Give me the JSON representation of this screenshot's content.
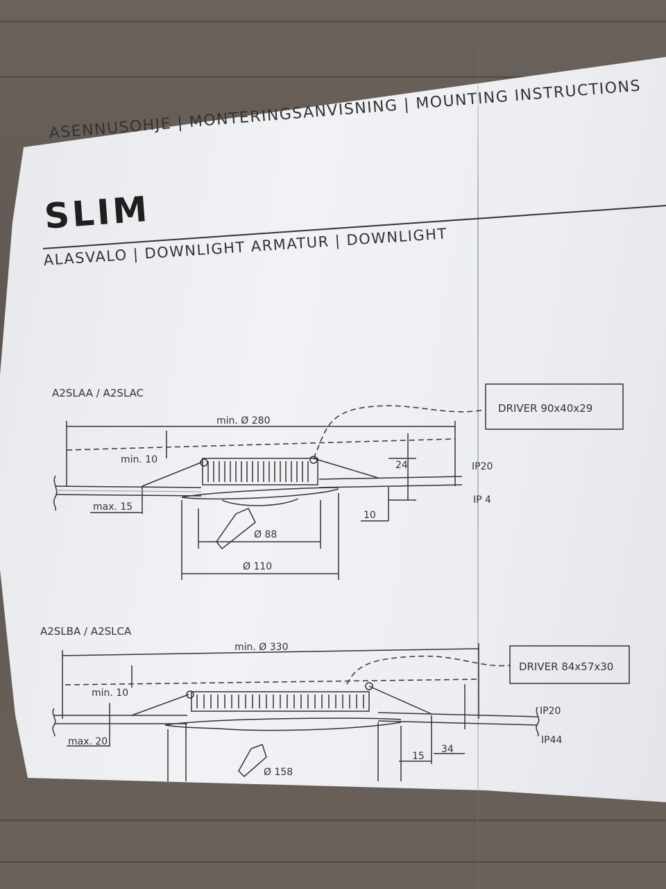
{
  "header": {
    "languages": "ASENNUSOHJE | MONTERINGSANVISNING | MOUNTING INSTRUCTIONS",
    "title": "SLIM",
    "subtitle": "ALASVALO | DOWNLIGHT ARMATUR | DOWNLIGHT"
  },
  "section1": {
    "models": "A2SLAA / A2SLAC",
    "driver": "DRIVER 90x40x29",
    "min_diameter": "min. Ø 280",
    "min_clearance": "min. 10",
    "max_ceiling": "max. 15",
    "height": "24",
    "offset": "10",
    "cutout": "Ø 88",
    "outer": "Ø 110",
    "ip_top": "IP20",
    "ip_bottom": "IP 4"
  },
  "section2": {
    "models": "A2SLBA / A2SLCA",
    "driver": "DRIVER 84x57x30",
    "min_diameter": "min. Ø 330",
    "min_clearance": "min. 10",
    "max_ceiling": "max. 20",
    "height": "34",
    "offset": "15",
    "cutout": "Ø 158",
    "ip_top": "IP20",
    "ip_bottom": "IP44"
  }
}
